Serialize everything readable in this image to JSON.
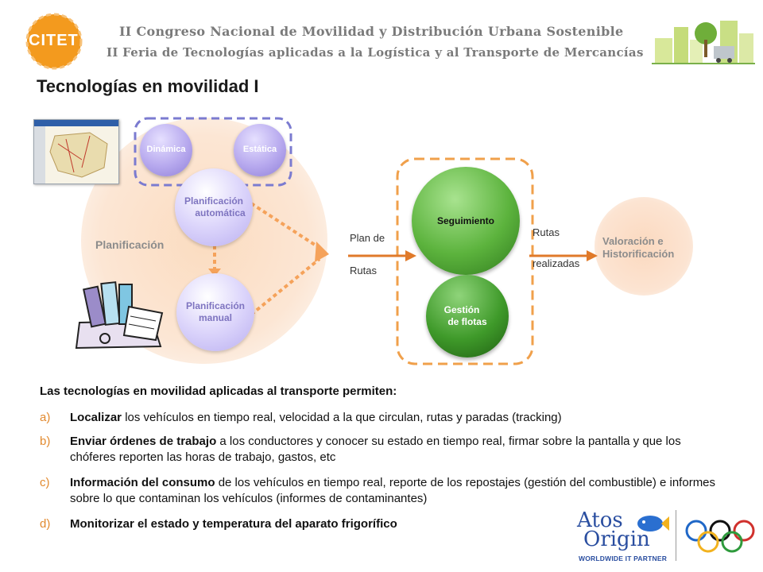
{
  "header": {
    "logo_text": "CITET",
    "line1": "II Congreso Nacional de Movilidad y Distribución Urbana Sostenible",
    "line2": "II Feria de Tecnologías aplicadas a la Logística y al Transporte de Mercancías"
  },
  "title": "Tecnologías en movilidad I",
  "diagram": {
    "dinamica": "Dinámica",
    "estatica": "Estática",
    "plan_auto": [
      "Planificación",
      "automática"
    ],
    "plan_manual": [
      "Planificación",
      "manual"
    ],
    "planificacion": "Planificación",
    "plan_de": "Plan de",
    "rutas": "Rutas",
    "seguimiento": "Seguimiento",
    "gestion": [
      "Gestión",
      "de flotas"
    ],
    "rutas2": "Rutas",
    "realizadas": "realizadas",
    "valoracion": [
      "Valoración e",
      "Historificación"
    ]
  },
  "text": {
    "intro": "Las tecnologías en movilidad aplicadas al transporte permiten:",
    "items": [
      {
        "marker": "a)",
        "bold": "Localizar",
        "rest": " los vehículos en tiempo real, velocidad a la que circulan, rutas y paradas (tracking)"
      },
      {
        "marker": "b)",
        "bold": "Enviar órdenes de trabajo",
        "rest": " a los conductores y conocer su estado en tiempo real, firmar sobre la pantalla y que los chóferes reporten las horas de trabajo, gastos, etc"
      },
      {
        "marker": "c)",
        "bold": "Información del consumo",
        "rest": " de los vehículos en tiempo real, reporte de los repostajes (gestión del combustible) e informes sobre lo que contaminan los vehículos (informes de contaminantes)"
      },
      {
        "marker": "d)",
        "bold": "Monitorizar el estado y temperatura del aparato frigorífico",
        "rest": ""
      }
    ]
  },
  "logos": {
    "atos_line1": "Atos",
    "atos_line2": "Origin",
    "atos_tagline": "WORLDWIDE IT PARTNER"
  },
  "colors": {
    "accent_orange": "#e2892d",
    "dash_blue": "#7b7bd0",
    "green": "#3f9a2a",
    "purple": "#b7a9ee"
  }
}
